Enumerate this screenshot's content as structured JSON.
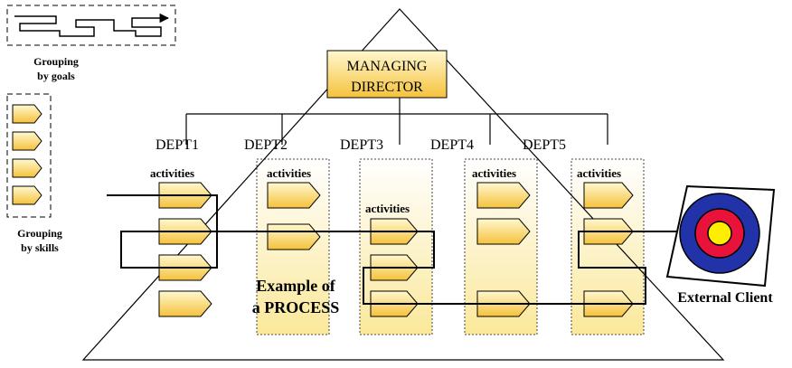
{
  "legend": {
    "goals_line1": "Grouping",
    "goals_line2": "by goals",
    "skills_line1": "Grouping",
    "skills_line2": "by skills"
  },
  "director": {
    "line1": "MANAGING",
    "line2": "DIRECTOR"
  },
  "departments": [
    {
      "name": "DEPT1",
      "activities_label": "activities",
      "arrow_count": 4
    },
    {
      "name": "DEPT2",
      "activities_label": "activities",
      "arrow_count": 2
    },
    {
      "name": "DEPT3",
      "activities_label": "activities",
      "arrow_count": 3
    },
    {
      "name": "DEPT4",
      "activities_label": "activities",
      "arrow_count": 3
    },
    {
      "name": "DEPT5",
      "activities_label": "activities",
      "arrow_count": 3
    }
  ],
  "process_label": {
    "line1": "Example of",
    "line2": "a PROCESS"
  },
  "client_label": "External Client",
  "colors": {
    "shape_gradient_top": "#fff8d0",
    "shape_gradient_bottom": "#f5c23c",
    "column_gradient_bottom": "#fbe89a",
    "target_outer": "#2233aa",
    "target_middle": "#e8123a",
    "target_center": "#ffee00"
  }
}
